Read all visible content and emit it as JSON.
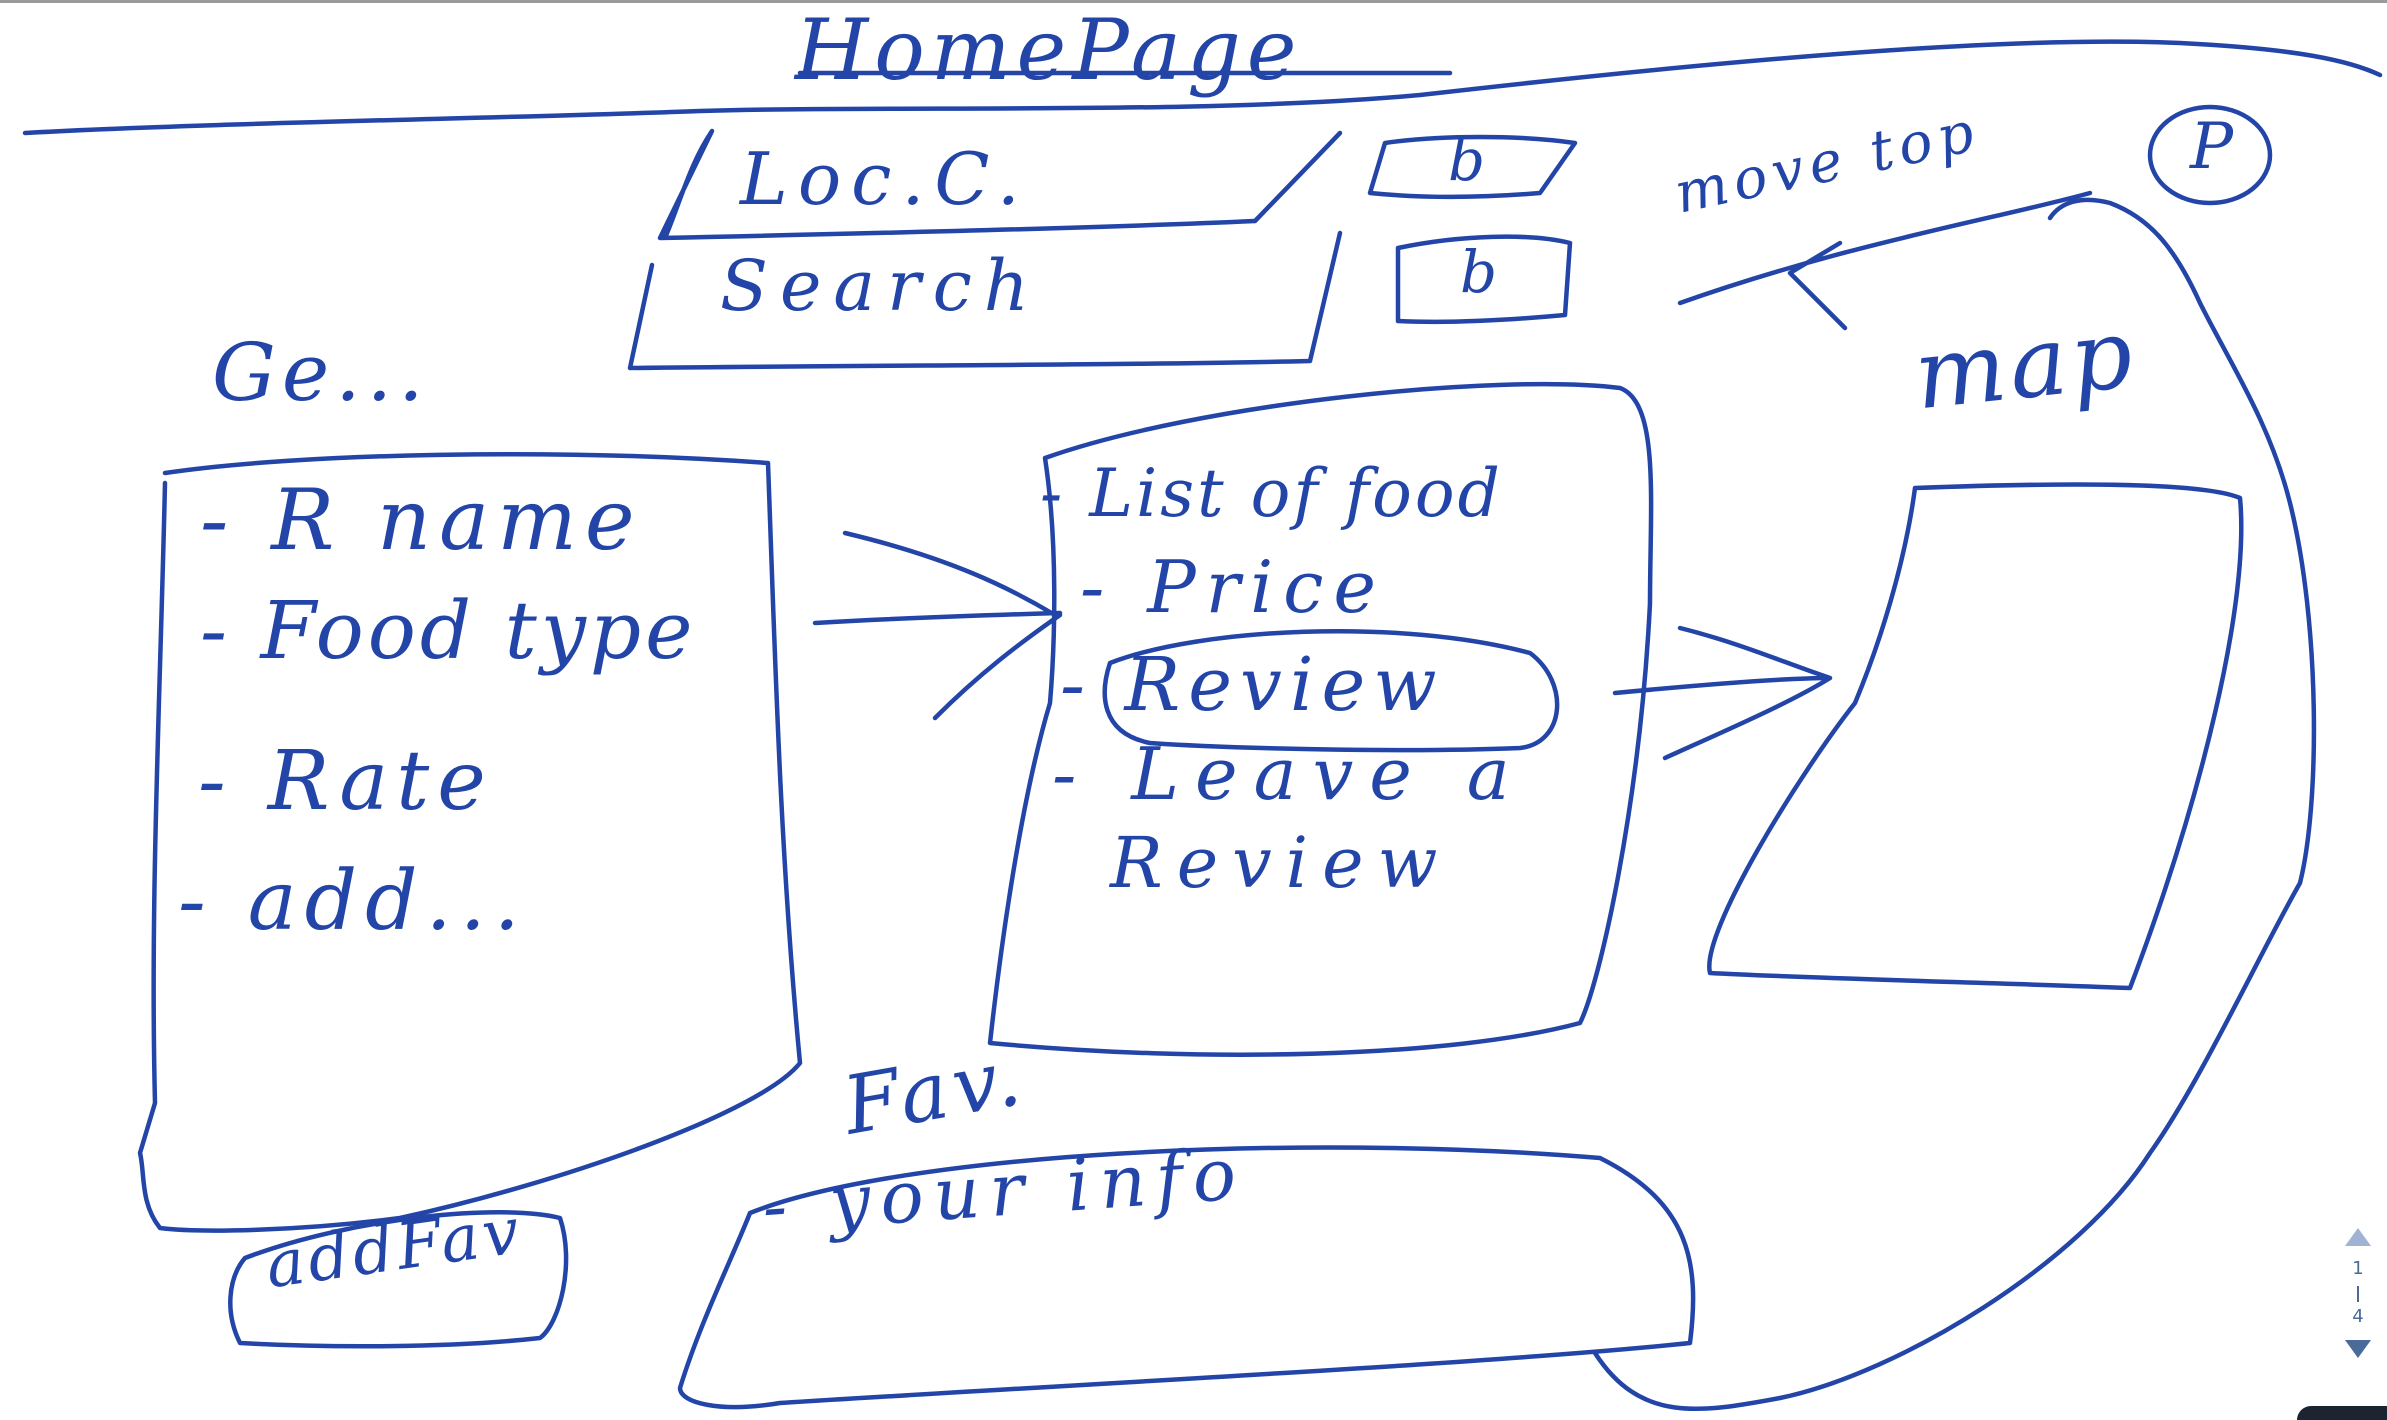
{
  "theme": {
    "ink": "#2345a8",
    "background": "#ffffff"
  },
  "header": {
    "title": "HomePage"
  },
  "top": {
    "location": "Loc.C.",
    "search": "Search",
    "button_a": "b",
    "button_b": "b",
    "move_top": "move top",
    "profile": "P"
  },
  "left_panel": {
    "heading": "Ge...",
    "items": [
      "- R name",
      "- Food type",
      "- Rate",
      "- add..."
    ],
    "add_fav": "addFav"
  },
  "middle_panel": {
    "items": [
      "- List of food",
      "- Price",
      "- Review",
      "- Leave a",
      "Review"
    ]
  },
  "map": {
    "label": "map"
  },
  "favorites": {
    "heading": "Fav.",
    "info": "- your info"
  },
  "pager": {
    "current": "1",
    "total": "4"
  }
}
